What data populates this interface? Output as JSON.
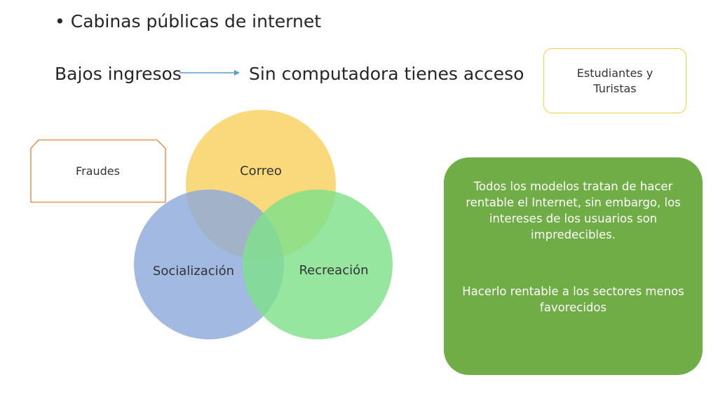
{
  "slide": {
    "bullet": "Cabinas públicas de internet",
    "flow_left": "Bajos ingresos",
    "flow_right": "Sin computadora tienes acceso",
    "students_box": "Estudiantes y Turistas",
    "fraudes_box": "Fraudes",
    "venn": {
      "top": "Correo",
      "left": "Socialización",
      "right": "Recreación"
    },
    "green_box": {
      "paragraph1": "Todos los modelos tratan de hacer rentable el Internet, sin embargo, los intereses de los usuarios son impredecibles.",
      "paragraph2": "Hacerlo rentable a los sectores menos favorecidos"
    }
  },
  "colors": {
    "circle_top": "#f9d56e",
    "circle_left": "#8eaadb",
    "circle_right": "#7fe08a",
    "green_box": "#70ad47",
    "students_border": "#f2d04a",
    "fraudes_border": "#ed7d31",
    "arrow": "#5b9bd5"
  }
}
